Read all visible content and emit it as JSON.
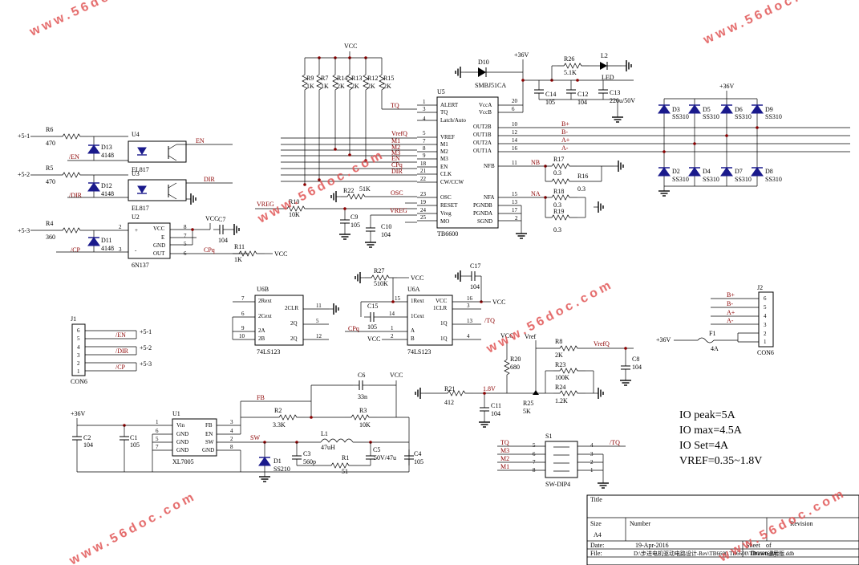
{
  "watermark_text": "www.56doc.com",
  "nets": {
    "vcc": "VCC",
    "v36": "+36V",
    "p51": "+5-1",
    "p52": "+5-2",
    "p53": "+5-3",
    "en": "EN",
    "dir": "DIR",
    "en_n": "/EN",
    "dir_n": "/DIR",
    "cp_n": "/CP",
    "cpq": "CPq",
    "tq": "TQ",
    "tq_n": "/TQ",
    "vrefq": "VrefQ",
    "vref": "Vref",
    "m1": "M1",
    "m2": "M2",
    "m3": "M3",
    "dirq": "DIR",
    "osc": "OSC",
    "vreg": "VREG",
    "nb": "NB",
    "na": "NA",
    "fb": "FB",
    "sw": "SW",
    "bp": "B+",
    "bm": "B-",
    "ap": "A+",
    "am": "A-",
    "v18": "1.8V"
  },
  "components": {
    "R6": "R6",
    "R6v": "470",
    "R5": "R5",
    "R5v": "470",
    "R4": "R4",
    "R4v": "360",
    "D13": "D13",
    "D12": "D12",
    "D11": "D11",
    "d4148": "4148",
    "U4": "U4",
    "U3": "U3",
    "EL817": "EL817",
    "U2": "U2",
    "U2p": "6N137",
    "C7": "C7",
    "C7v": "104",
    "R11": "R11",
    "R11v": "1K",
    "R9": "R9",
    "R7": "R7",
    "R14": "R14",
    "R13": "R13",
    "R12": "R12",
    "R15": "R15",
    "r1k": "1K",
    "r2k": "2K",
    "R10": "R10",
    "R10v": "10K",
    "R22": "R22",
    "R22v": "51K",
    "C9": "C9",
    "C9v": "105",
    "C10": "C10",
    "C10v": "104",
    "U5": "U5",
    "U5p": "TB6600",
    "D10": "D10",
    "D10p": "SMBJ51CA",
    "R26": "R26",
    "R26v": "5.1K",
    "L2": "L2",
    "L2p": "LED",
    "C14": "C14",
    "C14v": "105",
    "C12": "C12",
    "C12v": "104",
    "C13": "C13",
    "C13v": "220u/50V",
    "R17": "R17",
    "R16": "R16",
    "R18": "R18",
    "R19": "R19",
    "r03": "0.3",
    "D3": "D3",
    "D5": "D5",
    "D6": "D6",
    "D9": "D9",
    "D2": "D2",
    "D4": "D4",
    "D7": "D7",
    "D8": "D8",
    "ss310": "SS310",
    "U6B": "U6B",
    "U6A": "U6A",
    "ls123": "74LS123",
    "R27": "R27",
    "R27v": "510K",
    "C17": "C17",
    "C17v": "104",
    "C15": "C15",
    "C15v": "105",
    "J1": "J1",
    "J1p": "CON6",
    "J2": "J2",
    "J2p": "CON6",
    "F1": "F1",
    "F1v": "4A",
    "R20": "R20",
    "R20v": "680",
    "R8": "R8",
    "R8v": "2K",
    "R23": "R23",
    "R23v": "100K",
    "R24": "R24",
    "R24v": "1.2K",
    "R25": "R25",
    "R25v": "5K",
    "C8": "C8",
    "C8v": "104",
    "R21": "R21",
    "R21v": "412",
    "C11": "C11",
    "C11v": "104",
    "U1": "U1",
    "U1p": "XL7005",
    "C2": "C2",
    "C2v": "104",
    "C1": "C1",
    "C1v": "105",
    "C6": "C6",
    "C6v": "33n",
    "R2": "R2",
    "R2v": "3.3K",
    "R3": "R3",
    "R3v": "10K",
    "L1": "L1",
    "L1v": "47uH",
    "D1": "D1",
    "D1p": "SS210",
    "C3": "C3",
    "C3v": "560p",
    "R1": "R1",
    "R1v": "51",
    "C5": "C5",
    "C5v": "50V/47u",
    "C4": "C4",
    "C4v": "105",
    "S1": "S1",
    "S1p": "SW-DIP4"
  },
  "pins": {
    "u5": [
      "ALERT",
      "TQ",
      "Latch/Auto",
      "VREF",
      "M1",
      "M2",
      "M3",
      "EN",
      "CLK",
      "CW/CCW",
      "OSC",
      "RESET",
      "Vreg",
      "MO",
      "VccA",
      "VccB",
      "OUT2B",
      "OUT1B",
      "OUT2A",
      "OUT1A",
      "NFB",
      "NFA",
      "PGNDB",
      "PGNDA",
      "SGND"
    ],
    "u5n": [
      "1",
      "3",
      "4",
      "5",
      "7",
      "8",
      "9",
      "18",
      "21",
      "22",
      "23",
      "19",
      "24",
      "25",
      "20",
      "6",
      "10",
      "12",
      "14",
      "16",
      "11",
      "15",
      "13",
      "17",
      "2"
    ],
    "u2": [
      "VCC",
      "E",
      "GND",
      "OUT"
    ],
    "u6b": [
      "2Rext",
      "2Cext",
      "2A",
      "2B",
      "2CLR",
      "2Q",
      "2Q"
    ],
    "u6a": [
      "1Rext",
      "1Cext",
      "A",
      "B",
      "VCC",
      "1CLR",
      "1Q",
      "1Q"
    ],
    "u1": [
      "Vin",
      "GND",
      "GND",
      "GND",
      "FB",
      "EN",
      "SW",
      "GND"
    ]
  },
  "params": {
    "l1": "IO peak=5A",
    "l2": "IO max=4.5A",
    "l3": "IO Set=4A",
    "l4": "VREF=0.35~1.8V"
  },
  "title_block": {
    "title_label": "Title",
    "size_label": "Size",
    "size_value": "A4",
    "number_label": "Number",
    "revision_label": "Revision",
    "date_label": "Date:",
    "date_value": "19-Apr-2016",
    "sheet_label": "Sheet",
    "sheet_value": "of",
    "file_label": "File:",
    "file_value": "D:\\步进电机驱动电路设计-Rev\\TB6600.TB6600\\TB6600通用版.ddb",
    "drawn_label": "Drawn By:"
  }
}
